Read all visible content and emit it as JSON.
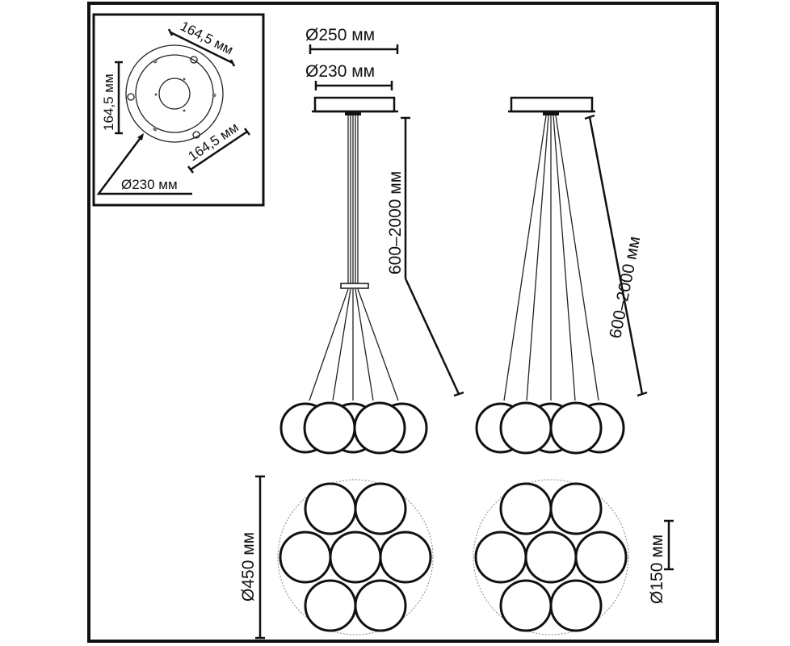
{
  "inset": {
    "dim_top": "164,5 мм",
    "dim_left": "164,5 мм",
    "dim_right": "164,5 мм",
    "dim_diameter": "Ø230 мм"
  },
  "front_view": {
    "canopy_outer": "Ø250 мм",
    "canopy_inner": "Ø230 мм",
    "height_range": "600–2000 мм"
  },
  "side_view": {
    "height_range": "600–2000 мм"
  },
  "top_view": {
    "overall_diameter": "Ø450 мм",
    "shade_diameter": "Ø150 мм"
  }
}
